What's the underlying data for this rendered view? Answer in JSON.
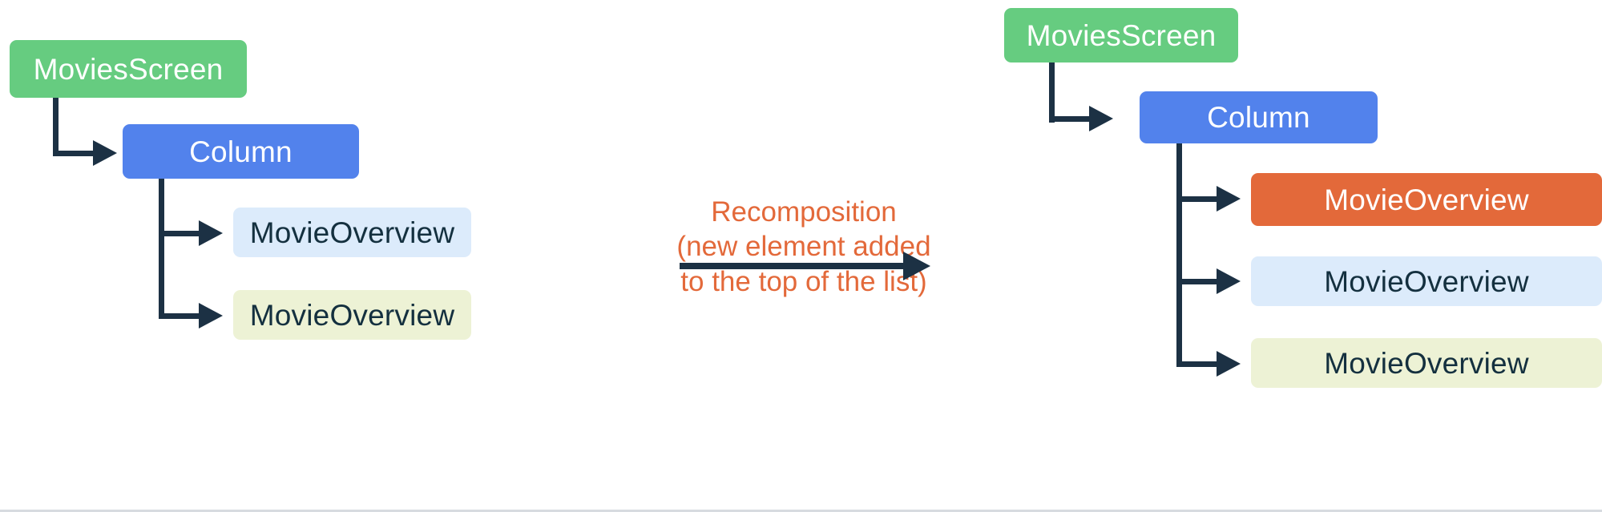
{
  "diagram": {
    "title": "Recomposition of a Column list with a new element added to the top",
    "colors": {
      "screen": "#66CC80",
      "column": "#5282EC",
      "new_item": "#E3693A",
      "item_blue": "#DCEBFB",
      "item_yellow": "#EDF2D5",
      "connector": "#1C3144",
      "note_text": "#E3693A",
      "background": "#FFFFFF"
    },
    "before": {
      "label": "before-recomposition-tree",
      "root": {
        "text": "MoviesScreen",
        "style": "screen"
      },
      "column": {
        "text": "Column",
        "style": "column"
      },
      "children": [
        {
          "text": "MovieOverview",
          "style": "item_blue"
        },
        {
          "text": "MovieOverview",
          "style": "item_yellow"
        }
      ]
    },
    "center": {
      "note": "Recomposition\n(new element added\nto the top of the list)",
      "note_lines": [
        "Recomposition",
        "(new element added",
        "to the top of the list)"
      ],
      "arrow": "transition-arrow-right"
    },
    "after": {
      "label": "after-recomposition-tree",
      "root": {
        "text": "MoviesScreen",
        "style": "screen"
      },
      "column": {
        "text": "Column",
        "style": "column"
      },
      "children": [
        {
          "text": "MovieOverview",
          "style": "new_item"
        },
        {
          "text": "MovieOverview",
          "style": "item_blue"
        },
        {
          "text": "MovieOverview",
          "style": "item_yellow"
        }
      ]
    }
  }
}
